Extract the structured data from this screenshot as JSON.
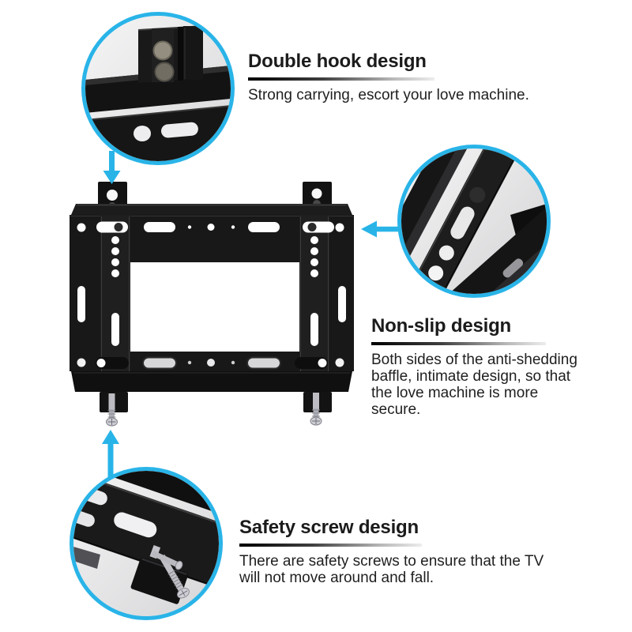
{
  "features": [
    {
      "id": "double-hook",
      "title": "Double hook design",
      "body_lines": [
        "Strong carrying, escort your love machine."
      ]
    },
    {
      "id": "non-slip",
      "title": "Non-slip design",
      "body_lines": [
        "Both sides of the anti-shedding",
        "baffle, intimate design, so that",
        "the love machine is more",
        "secure."
      ]
    },
    {
      "id": "safety-screw",
      "title": "Safety screw design",
      "body_lines": [
        "There are safety screws to ensure that the TV",
        "will not move around and fall."
      ]
    }
  ],
  "callouts": [
    {
      "id": "double-hook",
      "icon": "double-hook-closeup-photo"
    },
    {
      "id": "non-slip",
      "icon": "non-slip-rail-closeup-photo"
    },
    {
      "id": "safety-screw",
      "icon": "safety-screw-closeup-photo"
    }
  ],
  "icons": {
    "arrow_down": "arrow-down-icon",
    "arrow_left": "arrow-left-icon",
    "arrow_up": "arrow-up-icon"
  },
  "colors": {
    "accent_blue": "#29b4e8",
    "bracket_black": "#171717",
    "photo_background": "#ececee",
    "divider_start": "#000000",
    "divider_end": "#ededed",
    "text": "#1d1d1d",
    "screw_silver": "#c3c3c9"
  }
}
